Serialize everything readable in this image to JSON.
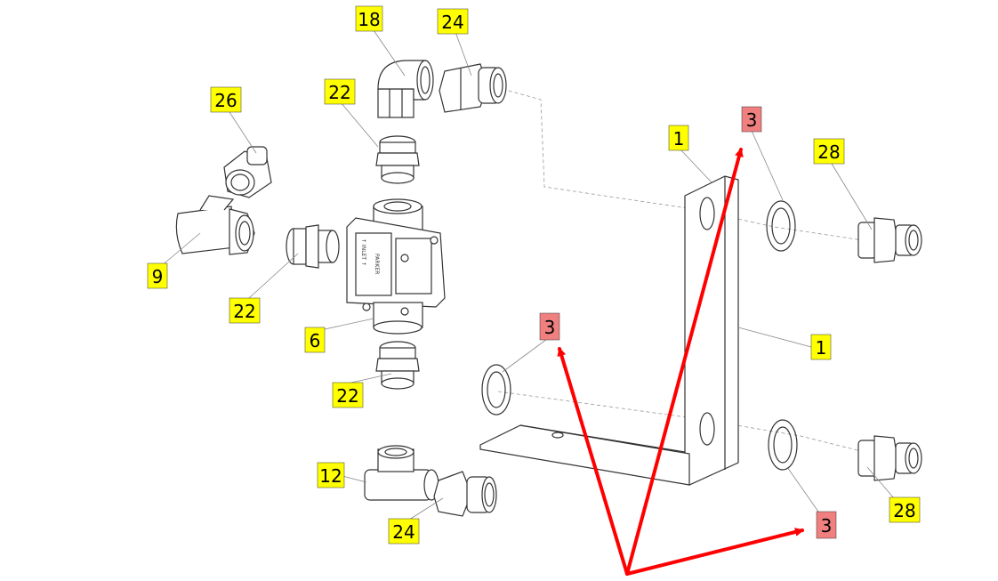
{
  "colors": {
    "label_bg": "#ffff00",
    "label_highlight_bg": "#f08080",
    "arrow": "#ff0000",
    "line": "#333333",
    "leader": "#888888"
  },
  "labels": {
    "l18": "18",
    "l24a": "24",
    "l26": "26",
    "l22a": "22",
    "l3a": "3",
    "l1a": "1",
    "l28a": "28",
    "l9": "9",
    "l22b": "22",
    "l6": "6",
    "l3b": "3",
    "l1b": "1",
    "l22c": "22",
    "l12": "12",
    "l24b": "24",
    "l3c": "3",
    "l28b": "28"
  },
  "part_text": {
    "inlet": "↑ INLET ↑",
    "brand": "PARKER"
  }
}
